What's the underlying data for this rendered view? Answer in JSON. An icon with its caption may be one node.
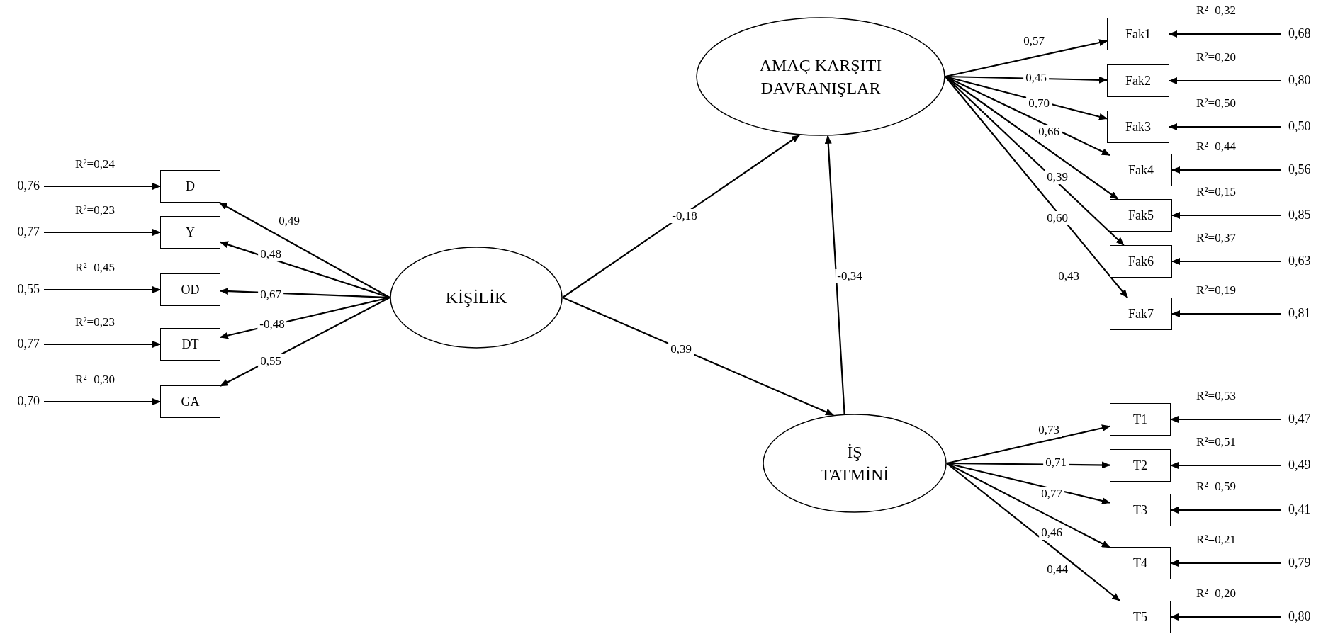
{
  "diagram": {
    "nodes": [
      {
        "text": [
          "AMAÇ KARŞITI DAVRANIŞLAR"
        ]
      },
      {
        "text": [
          "Fak1"
        ],
        "beside": [
          "R²=0,32"
        ]
      },
      {
        "text": [
          "Fak2"
        ],
        "beside": [
          "R²=0,20"
        ]
      },
      {
        "text": [
          "Fak3"
        ],
        "beside": [
          "R²=0,50"
        ]
      },
      {
        "text": [
          "Fak4"
        ],
        "beside": [
          "R²=0,44"
        ]
      },
      {
        "text": [
          "Fak5"
        ],
        "beside": [
          "R²=0,15"
        ]
      },
      {
        "text": [
          "Fak6"
        ],
        "beside": [
          "R²=0,37"
        ]
      },
      {
        "text": [
          "Fak7"
        ],
        "beside": [
          "R²=0,19"
        ]
      },
      {
        "text": [
          "0,68"
        ]
      },
      {
        "text": [
          "0,80"
        ]
      },
      {
        "text": [
          "0,50"
        ]
      },
      {
        "text": [
          "0,56"
        ]
      },
      {
        "text": [
          "0,85"
        ]
      },
      {
        "text": [
          "0,63"
        ]
      },
      {
        "text": [
          "0,81"
        ]
      },
      {
        "text": [
          "0,76"
        ]
      },
      {
        "text": [
          "0,77"
        ]
      },
      {
        "text": [
          "0,55"
        ]
      },
      {
        "text": [
          "0,77"
        ]
      },
      {
        "text": [
          "0,70"
        ]
      },
      {
        "text": [
          "D"
        ],
        "beside": [
          "R²=0,24"
        ]
      },
      {
        "text": [
          "Y"
        ],
        "beside": [
          "R²=0,23"
        ]
      },
      {
        "text": [
          "OD"
        ],
        "beside": [
          "R²=0,45"
        ]
      },
      {
        "text": [
          "DT"
        ],
        "beside": [
          "R²=0,23"
        ]
      },
      {
        "text": [
          "GA"
        ],
        "beside": [
          "R²=0,30"
        ]
      },
      {
        "text": [
          "KİŞİLİK"
        ]
      },
      {
        "text": [
          "İŞ TATMİNİ"
        ]
      },
      {
        "text": [
          "T1"
        ],
        "beside": [
          "R²=0,53"
        ]
      },
      {
        "text": [
          "T2"
        ],
        "beside": [
          "R²=0,51"
        ]
      },
      {
        "text": [
          "T3"
        ],
        "beside": [
          "R²=0,59"
        ]
      },
      {
        "text": [
          "T4"
        ],
        "beside": [
          "R²=0,21"
        ]
      },
      {
        "text": [
          "T5"
        ],
        "beside": [
          "R²=0,20"
        ]
      },
      {
        "text": [
          "0,47"
        ]
      },
      {
        "text": [
          "0,49"
        ]
      },
      {
        "text": [
          "0,41"
        ]
      },
      {
        "text": [
          "0,79"
        ]
      },
      {
        "text": [
          "0,80"
        ]
      }
    ],
    "edges": [
      {
        "from": 0,
        "to": 1,
        "arrow": "to",
        "label": "0,57"
      },
      {
        "from": 0,
        "to": 2,
        "arrow": "to",
        "label": "0,45"
      },
      {
        "from": 0,
        "to": 3,
        "arrow": "to",
        "label": "0,70"
      },
      {
        "from": 0,
        "to": 4,
        "arrow": "to",
        "label": "0,66"
      },
      {
        "from": 0,
        "to": 5,
        "arrow": "to",
        "label": "0,39"
      },
      {
        "from": 0,
        "to": 6,
        "arrow": "to",
        "label": "0,60"
      },
      {
        "from": 0,
        "to": 7,
        "arrow": "to",
        "label": "0,43"
      },
      {
        "from": 8,
        "to": 1,
        "arrow": "to"
      },
      {
        "from": 9,
        "to": 2,
        "arrow": "to"
      },
      {
        "from": 10,
        "to": 3,
        "arrow": "to"
      },
      {
        "from": 11,
        "to": 4,
        "arrow": "to"
      },
      {
        "from": 12,
        "to": 5,
        "arrow": "to"
      },
      {
        "from": 13,
        "to": 6,
        "arrow": "to"
      },
      {
        "from": 14,
        "to": 7,
        "arrow": "to"
      },
      {
        "from": 15,
        "to": 20,
        "arrow": "to"
      },
      {
        "from": 16,
        "to": 21,
        "arrow": "to"
      },
      {
        "from": 17,
        "to": 22,
        "arrow": "to"
      },
      {
        "from": 18,
        "to": 23,
        "arrow": "to"
      },
      {
        "from": 19,
        "to": 24,
        "arrow": "to"
      },
      {
        "from": 25,
        "to": 20,
        "arrow": "to",
        "label": "0,49"
      },
      {
        "from": 25,
        "to": 21,
        "arrow": "to",
        "label": "0,48"
      },
      {
        "from": 25,
        "to": 22,
        "arrow": "to",
        "label": "0,67"
      },
      {
        "from": 25,
        "to": 23,
        "arrow": "to",
        "label": "-0,48"
      },
      {
        "from": 25,
        "to": 24,
        "arrow": "to",
        "label": "0,55"
      },
      {
        "from": 25,
        "to": 0,
        "arrow": "to",
        "label": "-0,18"
      },
      {
        "from": 25,
        "to": 26,
        "arrow": "to",
        "label": "0,39"
      },
      {
        "from": 26,
        "to": 0,
        "arrow": "to",
        "label": "-0,34"
      },
      {
        "from": 26,
        "to": 27,
        "arrow": "to",
        "label": "0,73"
      },
      {
        "from": 26,
        "to": 28,
        "arrow": "to",
        "label": "0,71"
      },
      {
        "from": 26,
        "to": 29,
        "arrow": "to",
        "label": "0,77"
      },
      {
        "from": 26,
        "to": 30,
        "arrow": "to",
        "label": "0,46"
      },
      {
        "from": 26,
        "to": 31,
        "arrow": "to",
        "label": "0,44"
      },
      {
        "from": 32,
        "to": 27,
        "arrow": "to"
      },
      {
        "from": 33,
        "to": 28,
        "arrow": "to"
      },
      {
        "from": 34,
        "to": 29,
        "arrow": "to"
      },
      {
        "from": 35,
        "to": 30,
        "arrow": "to"
      },
      {
        "from": 36,
        "to": 31,
        "arrow": "to"
      }
    ]
  }
}
